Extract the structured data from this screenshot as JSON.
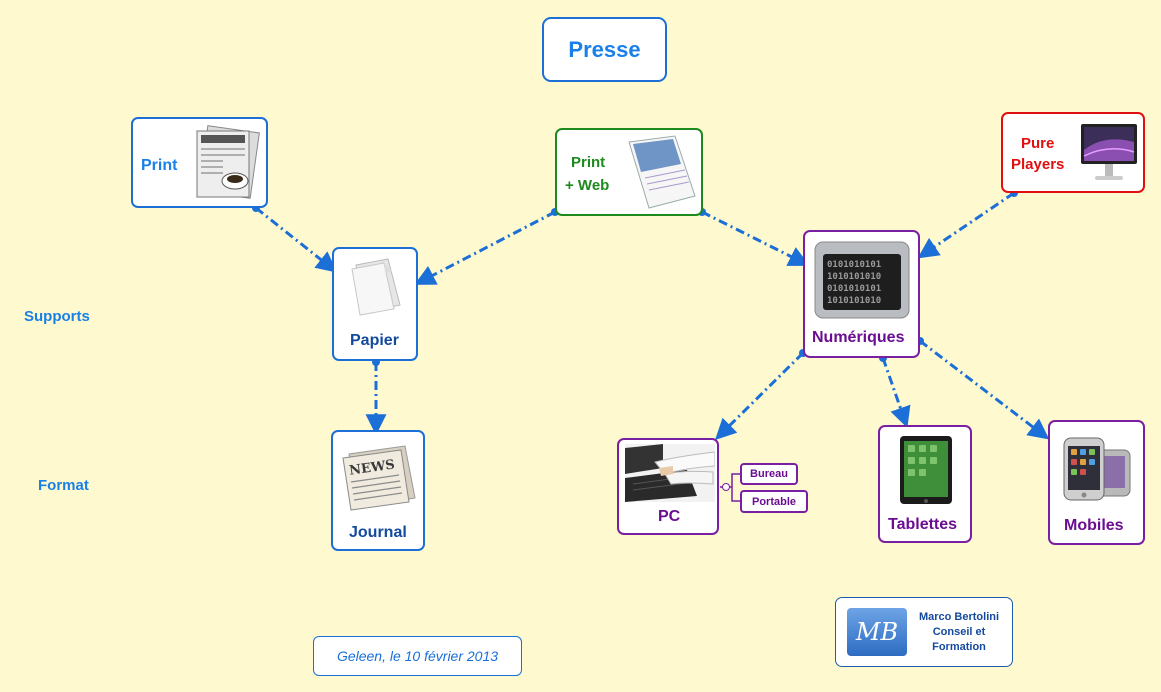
{
  "title": "Presse",
  "side_labels": {
    "supports": "Supports",
    "format": "Format"
  },
  "nodes": {
    "print": {
      "label": "Print"
    },
    "print_web": {
      "line1": "Print",
      "line2": "+ Web"
    },
    "pure_players": {
      "line1": "Pure",
      "line2": "Players"
    },
    "papier": {
      "label": "Papier"
    },
    "numeriques": {
      "label": "Numériques"
    },
    "journal": {
      "label": "Journal"
    },
    "pc": {
      "label": "PC",
      "sub": [
        "Bureau",
        "Portable"
      ]
    },
    "tablettes": {
      "label": "Tablettes"
    },
    "mobiles": {
      "label": "Mobiles"
    }
  },
  "date_note": "Geleen, le 10 février 2013",
  "author": {
    "logo": "MB",
    "line1": "Marco Bertolini",
    "line2": "Conseil et",
    "line3": "Formation"
  },
  "colors": {
    "background": "#fff9cf",
    "blue": "#1c6fd6",
    "title_blue": "#1a80e8",
    "green": "#1e8a1e",
    "red": "#e01010",
    "purple": "#6a0d91",
    "edge": "#1c6fd6"
  },
  "icons": {
    "print": "newspaper-stack-icon",
    "print_web": "document-page-icon",
    "pure_players": "monitor-icon",
    "papier": "blank-paper-icon",
    "numeriques": "binary-screen-icon",
    "journal": "news-journal-icon",
    "pc": "laptop-typing-icon",
    "tablettes": "tablet-icon",
    "mobiles": "smartphone-icon"
  }
}
